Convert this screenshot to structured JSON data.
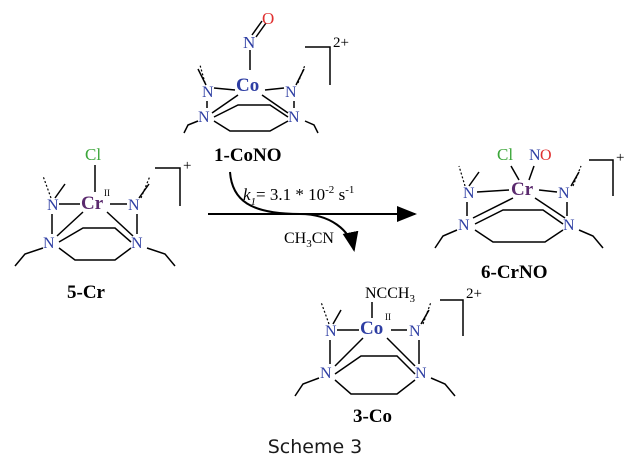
{
  "colors": {
    "bond": "#000000",
    "nitrogen": "#2e3ea3",
    "cobalt": "#2e3ea3",
    "chromium": "#5b2a6e",
    "chlorine": "#3ca63a",
    "oxygen": "#e03030",
    "label": "#000000"
  },
  "molecules": {
    "co_no": {
      "metal": "Co",
      "axial_top_n": "N",
      "axial_top_o": "O",
      "charge": "2+",
      "label": "1-CoNO",
      "n_atom": "N"
    },
    "cr": {
      "metal": "Cr",
      "ox_state": "II",
      "axial": "Cl",
      "charge": "+",
      "label": "5-Cr",
      "n_atom": "N"
    },
    "cr_no": {
      "metal": "Cr",
      "axial_cl": "Cl",
      "axial_no_n": "N",
      "axial_no_o": "O",
      "charge": "+",
      "label": "6-CrNO",
      "n_atom": "N"
    },
    "co": {
      "metal": "Co",
      "ox_state": "II",
      "axial": "NCCH",
      "axial_sub": "3",
      "charge": "2+",
      "label": "3-Co",
      "n_atom": "N"
    }
  },
  "reaction": {
    "rate_k": "k",
    "rate_sub": "1",
    "rate_rest": "= 3.1 * 10",
    "rate_exp": "-2",
    "rate_unit": " s",
    "rate_unit_exp": "-1",
    "solvent_prefix": "CH",
    "solvent_sub": "3",
    "solvent_suffix": "CN"
  },
  "caption": "Scheme 3"
}
